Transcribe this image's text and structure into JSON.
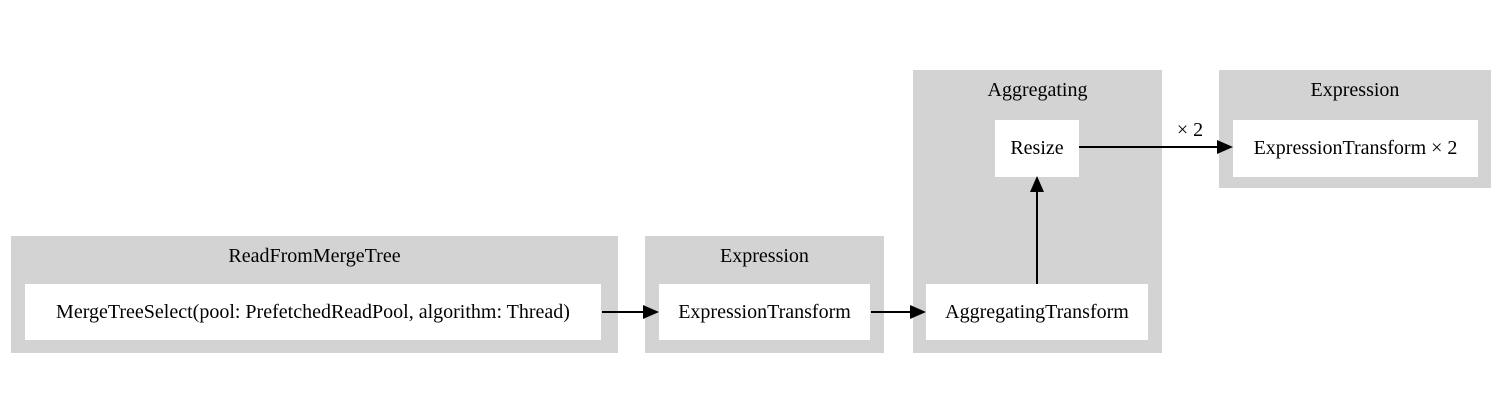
{
  "diagram": {
    "type": "pipeline-graph",
    "colors": {
      "cluster_fill": "#d3d3d3",
      "node_fill": "#ffffff",
      "edge_color": "#000000",
      "text_color": "#000000",
      "background": "#ffffff"
    },
    "clusters": [
      {
        "label": "ReadFromMergeTree",
        "nodes": [
          {
            "label": "MergeTreeSelect(pool: PrefetchedReadPool, algorithm: Thread)"
          }
        ]
      },
      {
        "label": "Expression",
        "nodes": [
          {
            "label": "ExpressionTransform"
          }
        ]
      },
      {
        "label": "Aggregating",
        "nodes": [
          {
            "label": "Resize"
          },
          {
            "label": "AggregatingTransform"
          }
        ]
      },
      {
        "label": "Expression",
        "nodes": [
          {
            "label": "ExpressionTransform × 2"
          }
        ]
      }
    ],
    "edges": [
      {
        "from": "MergeTreeSelect(pool: PrefetchedReadPool, algorithm: Thread)",
        "to": "ExpressionTransform",
        "label": ""
      },
      {
        "from": "ExpressionTransform",
        "to": "AggregatingTransform",
        "label": ""
      },
      {
        "from": "AggregatingTransform",
        "to": "Resize",
        "label": ""
      },
      {
        "from": "Resize",
        "to": "ExpressionTransform × 2",
        "label": "× 2"
      }
    ]
  }
}
